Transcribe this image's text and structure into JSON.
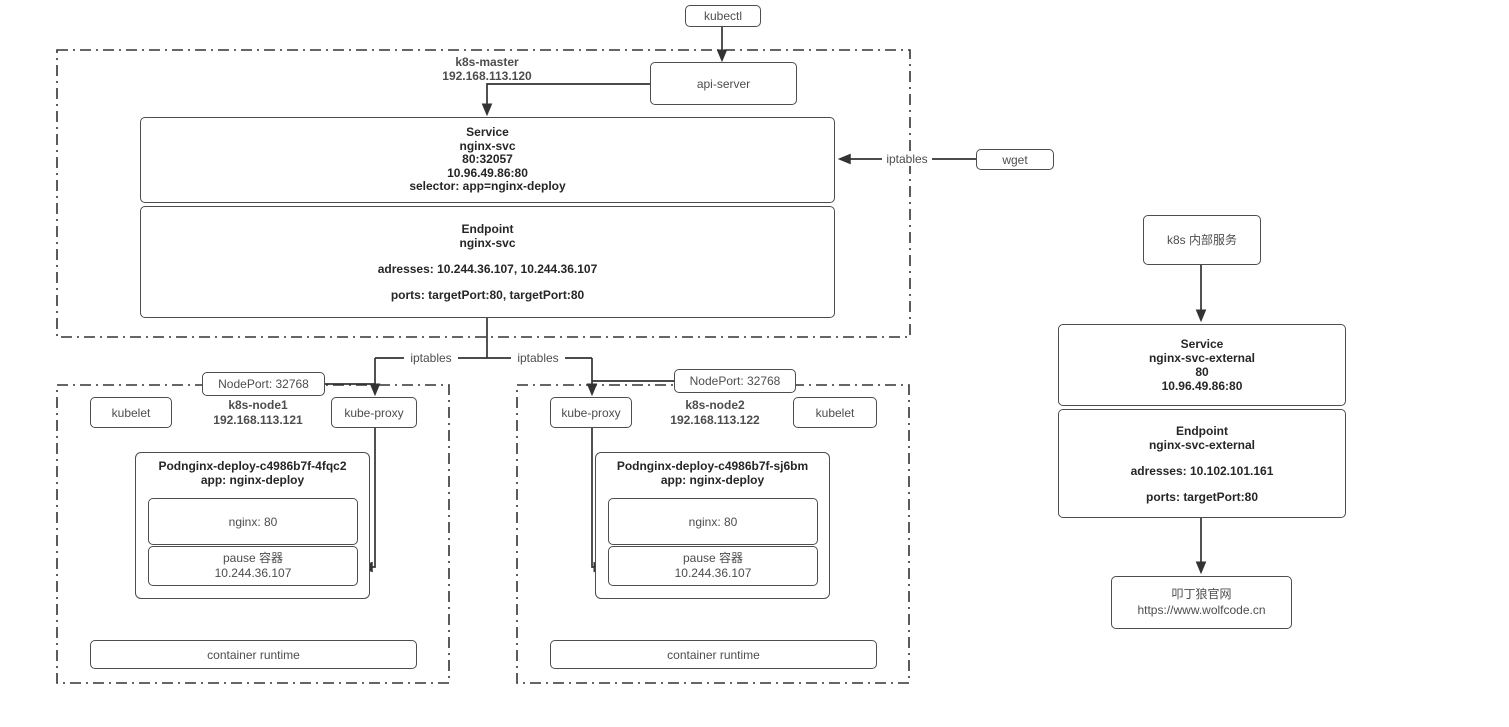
{
  "labels": {
    "kubectl": "kubectl",
    "api_server": "api-server",
    "iptables": "iptables",
    "wget": "wget",
    "nodeport": "NodePort: 32768",
    "kubelet": "kubelet",
    "kube_proxy": "kube-proxy",
    "container_runtime": "container runtime",
    "nginx_port": "nginx: 80",
    "pause_container": "pause 容器",
    "internal_service": "k8s 内部服务"
  },
  "master": {
    "name": "k8s-master",
    "ip": "192.168.113.120",
    "service": {
      "type": "Service",
      "name": "nginx-svc",
      "port_mapping": "80:32057",
      "cluster_ip": "10.96.49.86:80",
      "selector": "selector: app=nginx-deploy"
    },
    "endpoint": {
      "type": "Endpoint",
      "name": "nginx-svc",
      "addresses": "adresses: 10.244.36.107, 10.244.36.107",
      "ports": "ports: targetPort:80, targetPort:80"
    }
  },
  "node1": {
    "name": "k8s-node1",
    "ip": "192.168.113.121",
    "pod": {
      "title": "Podnginx-deploy-c4986b7f-4fqc2",
      "app": "app: nginx-deploy",
      "pause_ip": "10.244.36.107"
    }
  },
  "node2": {
    "name": "k8s-node2",
    "ip": "192.168.113.122",
    "pod": {
      "title": "Podnginx-deploy-c4986b7f-sj6bm",
      "app": "app: nginx-deploy",
      "pause_ip": "10.244.36.107"
    }
  },
  "external": {
    "service": {
      "type": "Service",
      "name": "nginx-svc-external",
      "port": "80",
      "cluster_ip": "10.96.49.86:80"
    },
    "endpoint": {
      "type": "Endpoint",
      "name": "nginx-svc-external",
      "addresses": "adresses: 10.102.101.161",
      "ports": "ports: targetPort:80"
    },
    "site": {
      "name": "叩丁狼官网",
      "url": "https://www.wolfcode.cn"
    }
  },
  "colors": {
    "box_border": "#4d4d4d",
    "text": "#4d4d4d",
    "bold_text": "#262626",
    "line": "#333333",
    "background": "#ffffff"
  }
}
